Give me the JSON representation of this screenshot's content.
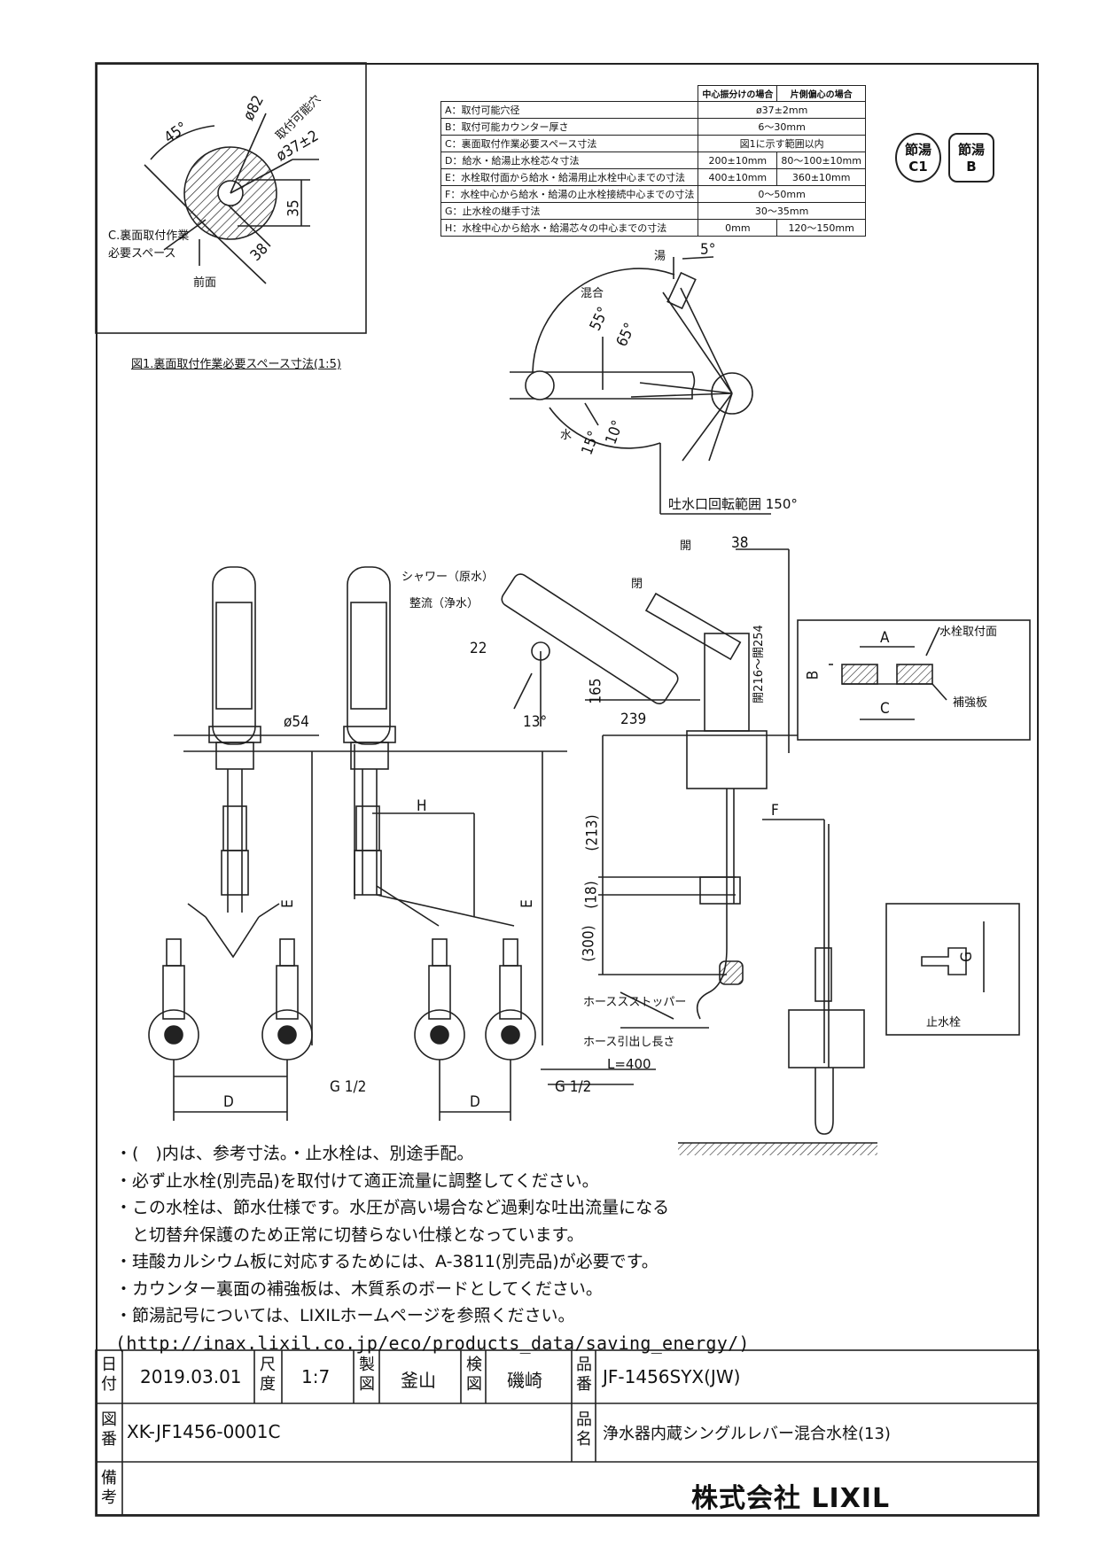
{
  "figure1": {
    "caption": "図1.裏面取付作業必要スペース寸法(1:5)",
    "angle": "45°",
    "phi82": "ø82",
    "hole_label": "取付可能穴",
    "phi37": "ø37±2",
    "dim35": "35",
    "dim38": "38",
    "c_label_1": "C.裏面取付作業",
    "c_label_2": "必要スペース",
    "front": "前面"
  },
  "spec_table": {
    "col1": "中心振分けの場合",
    "col2": "片側偏心の場合",
    "rows": [
      {
        "label": "A：取付可能穴径",
        "center": "ø37±2mm",
        "offset": ""
      },
      {
        "label": "B：取付可能カウンター厚さ",
        "center": "6～30mm",
        "offset": ""
      },
      {
        "label": "C：裏面取付作業必要スペース寸法",
        "center": "図1に示す範囲以内",
        "offset": ""
      },
      {
        "label": "D：給水・給湯止水栓芯々寸法",
        "center": "200±10mm",
        "offset": "80～100±10mm"
      },
      {
        "label": "E：水栓取付面から給水・給湯用止水栓中心までの寸法",
        "center": "400±10mm",
        "offset": "360±10mm"
      },
      {
        "label": "F：水栓中心から給水・給湯の止水栓接続中心までの寸法",
        "center": "0～50mm",
        "offset": ""
      },
      {
        "label": "G：止水栓の継手寸法",
        "center": "30～35mm",
        "offset": ""
      },
      {
        "label": "H：水栓中心から給水・給湯芯々の中心までの寸法",
        "center": "0mm",
        "offset": "120～150mm"
      }
    ]
  },
  "badges": {
    "c1_top": "節湯",
    "c1_bottom": "C1",
    "b_top": "節湯",
    "b_bottom": "B"
  },
  "top_view": {
    "hot": "湯",
    "hot_angle": "5°",
    "mix": "混合",
    "angle55": "55°",
    "angle65": "65°",
    "water": "水",
    "angle15": "15°",
    "angle10": "10°",
    "spout_range": "吐水口回転範囲 150°"
  },
  "side_view": {
    "shower": "シャワー（原水）",
    "straight": "整流（浄水）",
    "dim22": "22",
    "dim165": "165",
    "angle13": "13°",
    "dim239": "239",
    "open1": "開",
    "open2": "閉",
    "dim38": "38",
    "dim_height": "開216～開254",
    "phi54": "ø54",
    "dim213": "(213)",
    "dim18": "(18)",
    "dim300": "(300)",
    "H": "H",
    "E": "E",
    "F": "F",
    "D": "D",
    "G": "G",
    "g_half_1": "G 1/2",
    "g_half_2": "G 1/2",
    "hose_stopper": "ホーススストッパー",
    "hose_length": "ホース引出し長さ",
    "L": "L=400",
    "stop_valve": "止水栓"
  },
  "detail": {
    "A": "A",
    "B": "B",
    "C": "C",
    "mount_surface": "水栓取付面",
    "reinforce": "補強板"
  },
  "notes": {
    "line1": "・(　)内は、参考寸法。・止水栓は、別途手配。",
    "line2": "・必ず止水栓(別売品)を取付けて適正流量に調整してください。",
    "line3": "・この水栓は、節水仕様です。水圧が高い場合など過剰な吐出流量になる",
    "line4": "　と切替弁保護のため正常に切替らない仕様となっています。",
    "line5": "・珪酸カルシウム板に対応するためには、A-3811(別売品)が必要です。",
    "line6": "・カウンター裏面の補強板は、木質系のボードとしてください。",
    "line7": "・節湯記号については、LIXILホームページを参照ください。",
    "url": "(http://inax.lixil.co.jp/eco/products_data/saving_energy/)"
  },
  "title_block": {
    "date_label": "日付",
    "date": "2019.03.01",
    "scale_label": "尺度",
    "scale": "1:7",
    "drawn_label": "製図",
    "drawn": "釜山",
    "checked_label": "検図",
    "checked": "磯崎",
    "part_no_label": "品番",
    "part_no": "JF-1456SYX(JW)",
    "drawing_no_label": "図番",
    "drawing_no": "XK-JF1456-0001C",
    "product_label": "品名",
    "product": "浄水器内蔵シングルレバー混合水栓(13)",
    "remarks_label": "備考",
    "company": "株式会社 LIXIL"
  }
}
